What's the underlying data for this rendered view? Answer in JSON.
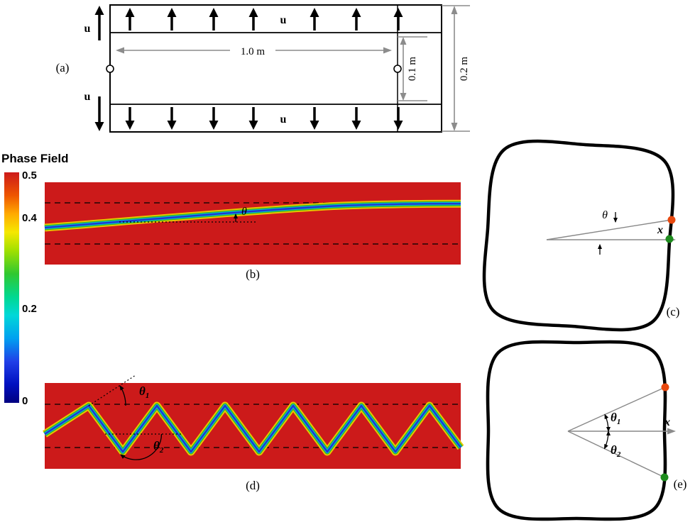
{
  "figure": {
    "colors": {
      "field": "#cc1a1a",
      "interface_outer": "#e6c800",
      "interface_mid": "#3cb41e",
      "interface_inner": "#00b8d8",
      "interface_core": "#2038d0",
      "marker_upper": "#e8490f",
      "marker_lower": "#1e8c1e",
      "dimension_gray": "#8c8c8c"
    },
    "panel_a": {
      "label": "(a)",
      "u_top_strip": "u",
      "u_bottom_strip": "u",
      "u_left_top": "u",
      "u_left_bottom": "u",
      "dim_length": "1.0 m",
      "dim_inner_height": "0.1 m",
      "dim_outer_height": "0.2 m"
    },
    "colorbar": {
      "title": "Phase Field",
      "ticks": [
        "0.5",
        "0.4",
        "0.2",
        "0"
      ]
    },
    "panel_b": {
      "label": "(b)",
      "theta": "θ"
    },
    "panel_c": {
      "label": "(c)",
      "theta": "θ",
      "x_axis": "x"
    },
    "panel_d": {
      "label": "(d)",
      "theta_base": "θ",
      "sub1": "1",
      "sub2": "2"
    },
    "panel_e": {
      "label": "(e)",
      "theta_base": "θ",
      "sub1": "1",
      "sub2": "2",
      "x_axis": "x"
    }
  }
}
